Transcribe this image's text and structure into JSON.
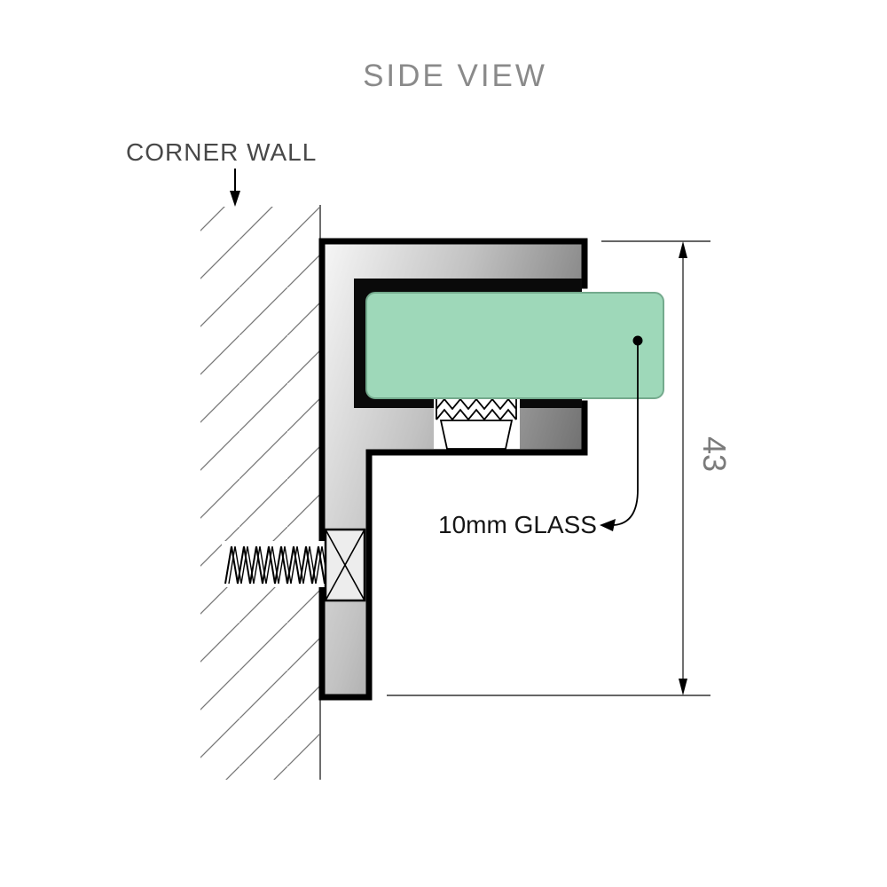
{
  "title": "SIDE VIEW",
  "labels": {
    "corner_wall": "CORNER WALL",
    "glass": "10mm GLASS",
    "dimension_height": "43"
  },
  "colors": {
    "glass_fill": "#9ed8b9",
    "glass_stroke": "#74aa8d",
    "metal_light": "#f6f6f6",
    "metal_mid": "#c0c0c0",
    "metal_dark": "#6a6a6a",
    "outline": "#000000",
    "title_gray": "#8a8a8a",
    "dimension_gray": "#7b7b7b",
    "hatch_gray": "#777777"
  }
}
